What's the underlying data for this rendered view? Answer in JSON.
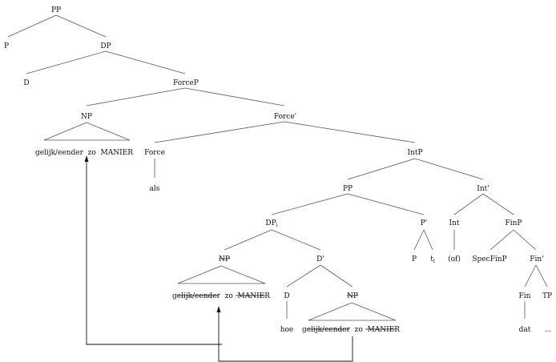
{
  "nodes": {
    "pp_root": "PP",
    "p": "P",
    "dp": "DP",
    "d_top": "D",
    "forcep": "ForceP",
    "np_top": "NP",
    "force_bar": "Force'",
    "np_top_text": "gelijk/eender  zo  MANIER",
    "force": "Force",
    "als": "als",
    "intp": "IntP",
    "pp_inner": "PP",
    "int_bar": "Int'",
    "dp_i": "DP",
    "dp_i_sub": "i",
    "p_bar": "P'",
    "int": "Int",
    "finp": "FinP",
    "np_lower": "NP",
    "d_bar": "D'",
    "p_inner": "P",
    "t": "t",
    "t_sub": "i",
    "of": "(of)",
    "specfinp": "SpecFinP",
    "fin_bar": "Fin'",
    "np_lower_text": "gelijk/eender  zo  MANIER",
    "d_low": "D",
    "np_low": "NP",
    "fin": "Fin",
    "tp": "TP",
    "hoe": "hoe",
    "np_low_text": "gelijk/eender  zo  MANIER",
    "dat": "dat",
    "ellipsis": "..."
  }
}
